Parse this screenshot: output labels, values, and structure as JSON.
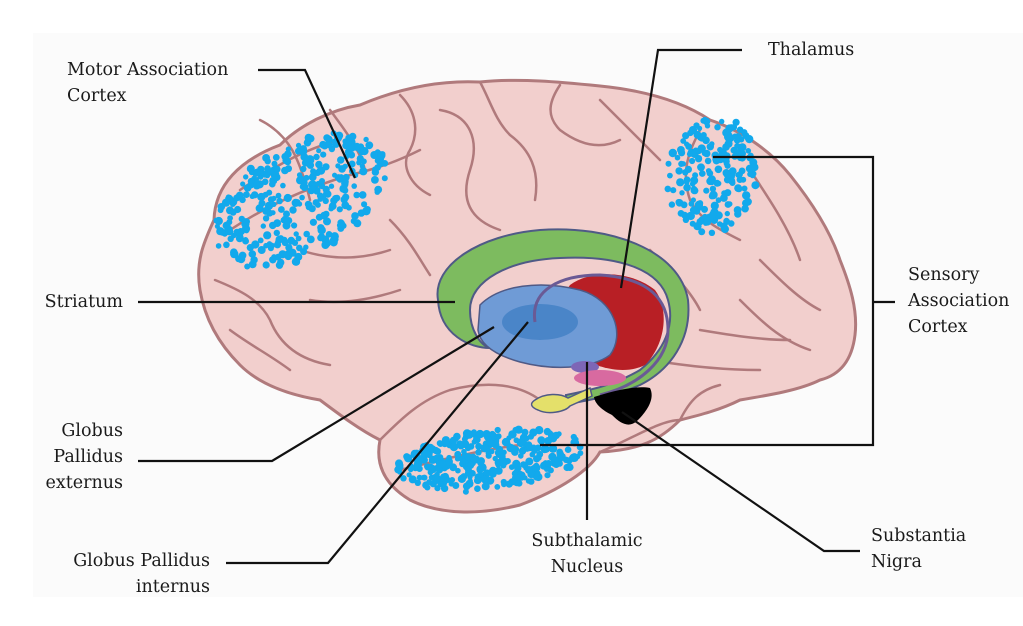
{
  "title": "Basal ganglia and association cortices (sagittal brain view)",
  "colors": {
    "brain_fill": "#f2cfcd",
    "brain_outline": "#b07a7c",
    "neuron_dots": "#12a9ec",
    "striatum": "#7dbb5f",
    "globus_pallidus_externus": "#6f9bd6",
    "globus_pallidus_internus": "#4a85c8",
    "thalamus": "#b81f25",
    "subthalamic_nucleus": "#7d66b6",
    "pink_nucleus": "#d86aa0",
    "amygdala": "#e4e06a",
    "substantia_nigra": "#000000",
    "leader_lines": "#111111"
  },
  "labels": {
    "motor": [
      "Motor Association",
      "Cortex"
    ],
    "thalamus": [
      "Thalamus"
    ],
    "sensory": [
      "Sensory",
      "Association",
      "Cortex"
    ],
    "striatum": [
      "Striatum"
    ],
    "gpe": [
      "Globus",
      "Pallidus",
      "externus"
    ],
    "gpi": [
      "Globus Pallidus",
      "internus"
    ],
    "stn": [
      "Subthalamic",
      "Nucleus"
    ],
    "sn": [
      "Substantia",
      "Nigra"
    ]
  }
}
